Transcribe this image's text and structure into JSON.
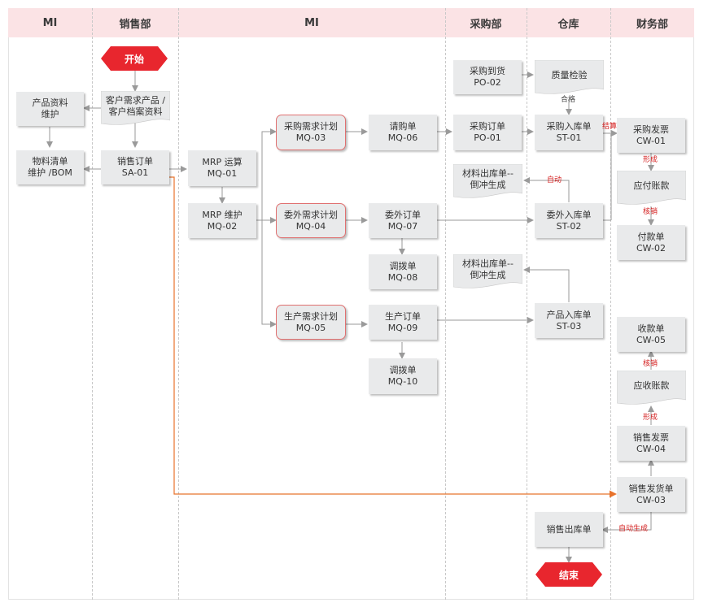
{
  "lanes": {
    "mi_left": "MI",
    "sales": "销售部",
    "mi_center": "MI",
    "purchasing": "采购部",
    "warehouse": "仓库",
    "finance": "财务部"
  },
  "terminals": {
    "start": "开始",
    "end": "结束"
  },
  "nodes": {
    "product_info": [
      "产品资料",
      "维护"
    ],
    "bom": [
      "物料清单",
      "维护 /BOM"
    ],
    "customer_doc": [
      "客户需求产品 /",
      "客户档案资料"
    ],
    "sales_order": [
      "销售订单",
      "SA-01"
    ],
    "mrp_run": [
      "MRP 运算",
      "MQ-01"
    ],
    "mrp_maint": [
      "MRP 维护",
      "MQ-02"
    ],
    "purchase_plan": [
      "采购需求计划",
      "MQ-03"
    ],
    "outsource_plan": [
      "委外需求计划",
      "MQ-04"
    ],
    "production_plan": [
      "生产需求计划",
      "MQ-05"
    ],
    "requisition": [
      "请购单",
      "MQ-06"
    ],
    "outsource_order": [
      "委外订单",
      "MQ-07"
    ],
    "transfer_08": [
      "调拨单",
      "MQ-08"
    ],
    "production_order": [
      "生产订单",
      "MQ-09"
    ],
    "transfer_10": [
      "调拨单",
      "MQ-10"
    ],
    "purchase_arrival": [
      "采购到货",
      "PO-02"
    ],
    "purchase_order": [
      "采购订单",
      "PO-01"
    ],
    "material_out_1": [
      "材料出库单--",
      "倒冲生成"
    ],
    "material_out_2": [
      "材料出库单--",
      "倒冲生成"
    ],
    "quality_check": [
      "质量检验"
    ],
    "purchase_in": [
      "采购入库单",
      "ST-01"
    ],
    "outsource_in": [
      "委外入库单",
      "ST-02"
    ],
    "product_in": [
      "产品入库单",
      "ST-03"
    ],
    "sales_out": [
      "销售出库单"
    ],
    "purchase_invoice": [
      "采购发票",
      "CW-01"
    ],
    "payable": [
      "应付账款"
    ],
    "payment": [
      "付款单",
      "CW-02"
    ],
    "receipt": [
      "收款单",
      "CW-05"
    ],
    "receivable": [
      "应收账款"
    ],
    "sales_invoice": [
      "销售发票",
      "CW-04"
    ],
    "delivery": [
      "销售发货单",
      "CW-03"
    ]
  },
  "edge_labels": {
    "qualified": "合格",
    "settle": "结算",
    "auto_1": "自动",
    "form_1": "形成",
    "writeoff_1": "核销",
    "writeoff_2": "核销",
    "form_2": "形成",
    "auto_gen": "自动生成"
  },
  "colors": {
    "lane_header_bg": "#fbe3e5",
    "node_bg": "#e9eaeb",
    "plan_border": "#e07070",
    "terminal": "#e8262e",
    "connector": "#9a9a9a",
    "highlight_connector": "#e8732c",
    "label_red": "#d41e1e"
  }
}
